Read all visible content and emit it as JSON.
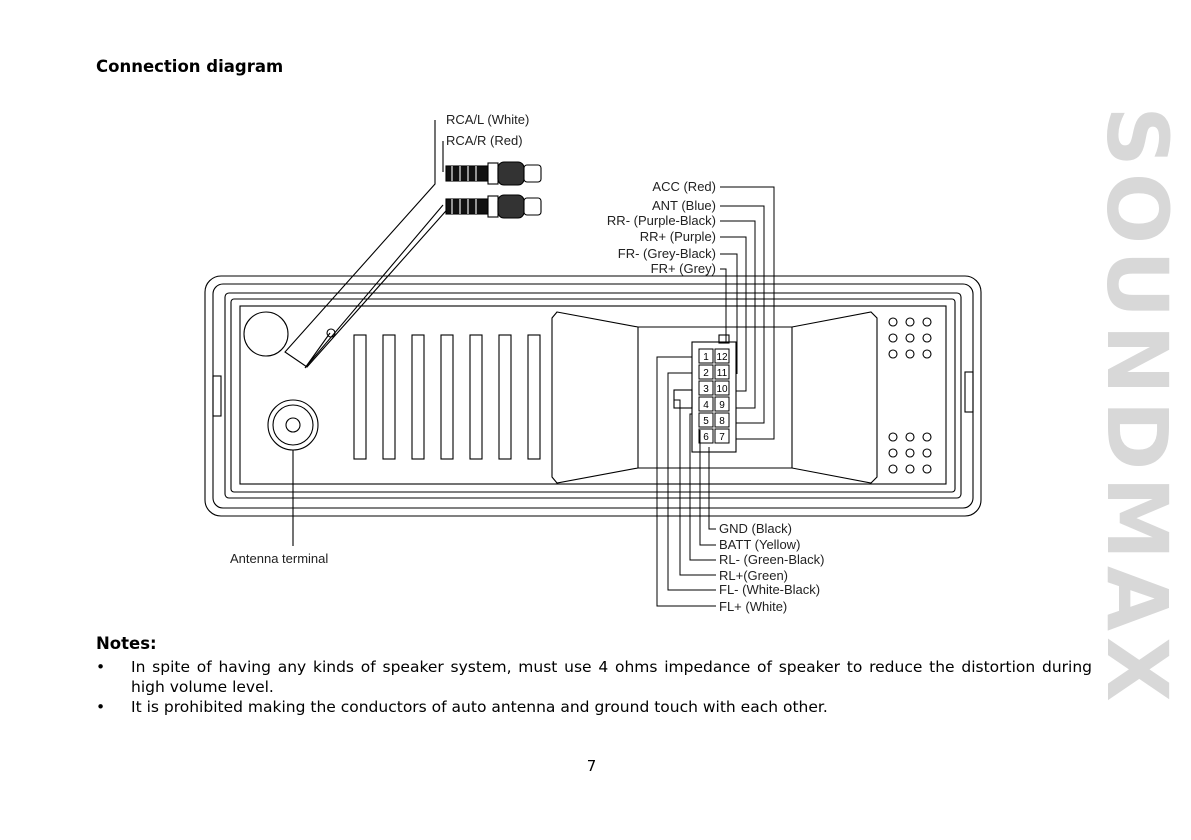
{
  "title": "Connection diagram",
  "brand": "SOUNDMAX",
  "diagram": {
    "rca_labels": [
      "RCA/L (White)",
      "RCA/R (Red)"
    ],
    "top_wires": [
      "ACC (Red)",
      "ANT (Blue)",
      "RR- (Purple-Black)",
      "RR+ (Purple)",
      "FR- (Grey-Black)",
      "FR+ (Grey)"
    ],
    "bottom_wires": [
      "GND (Black)",
      "BATT (Yellow)",
      "RL- (Green-Black)",
      "RL+(Green)",
      "FL- (White-Black)",
      "FL+ (White)"
    ],
    "antenna_label": "Antenna terminal",
    "connector_pins_left": [
      "1",
      "2",
      "3",
      "4",
      "5",
      "6"
    ],
    "connector_pins_right": [
      "12",
      "11",
      "10",
      "9",
      "8",
      "7"
    ]
  },
  "notes": {
    "heading": "Notes:",
    "items": [
      "In spite of having any kinds of speaker system, must use 4 ohms impedance of speaker to reduce the distortion during high volume level.",
      "It is prohibited making the conductors of auto antenna and ground touch with each other."
    ]
  },
  "page_number": "7"
}
